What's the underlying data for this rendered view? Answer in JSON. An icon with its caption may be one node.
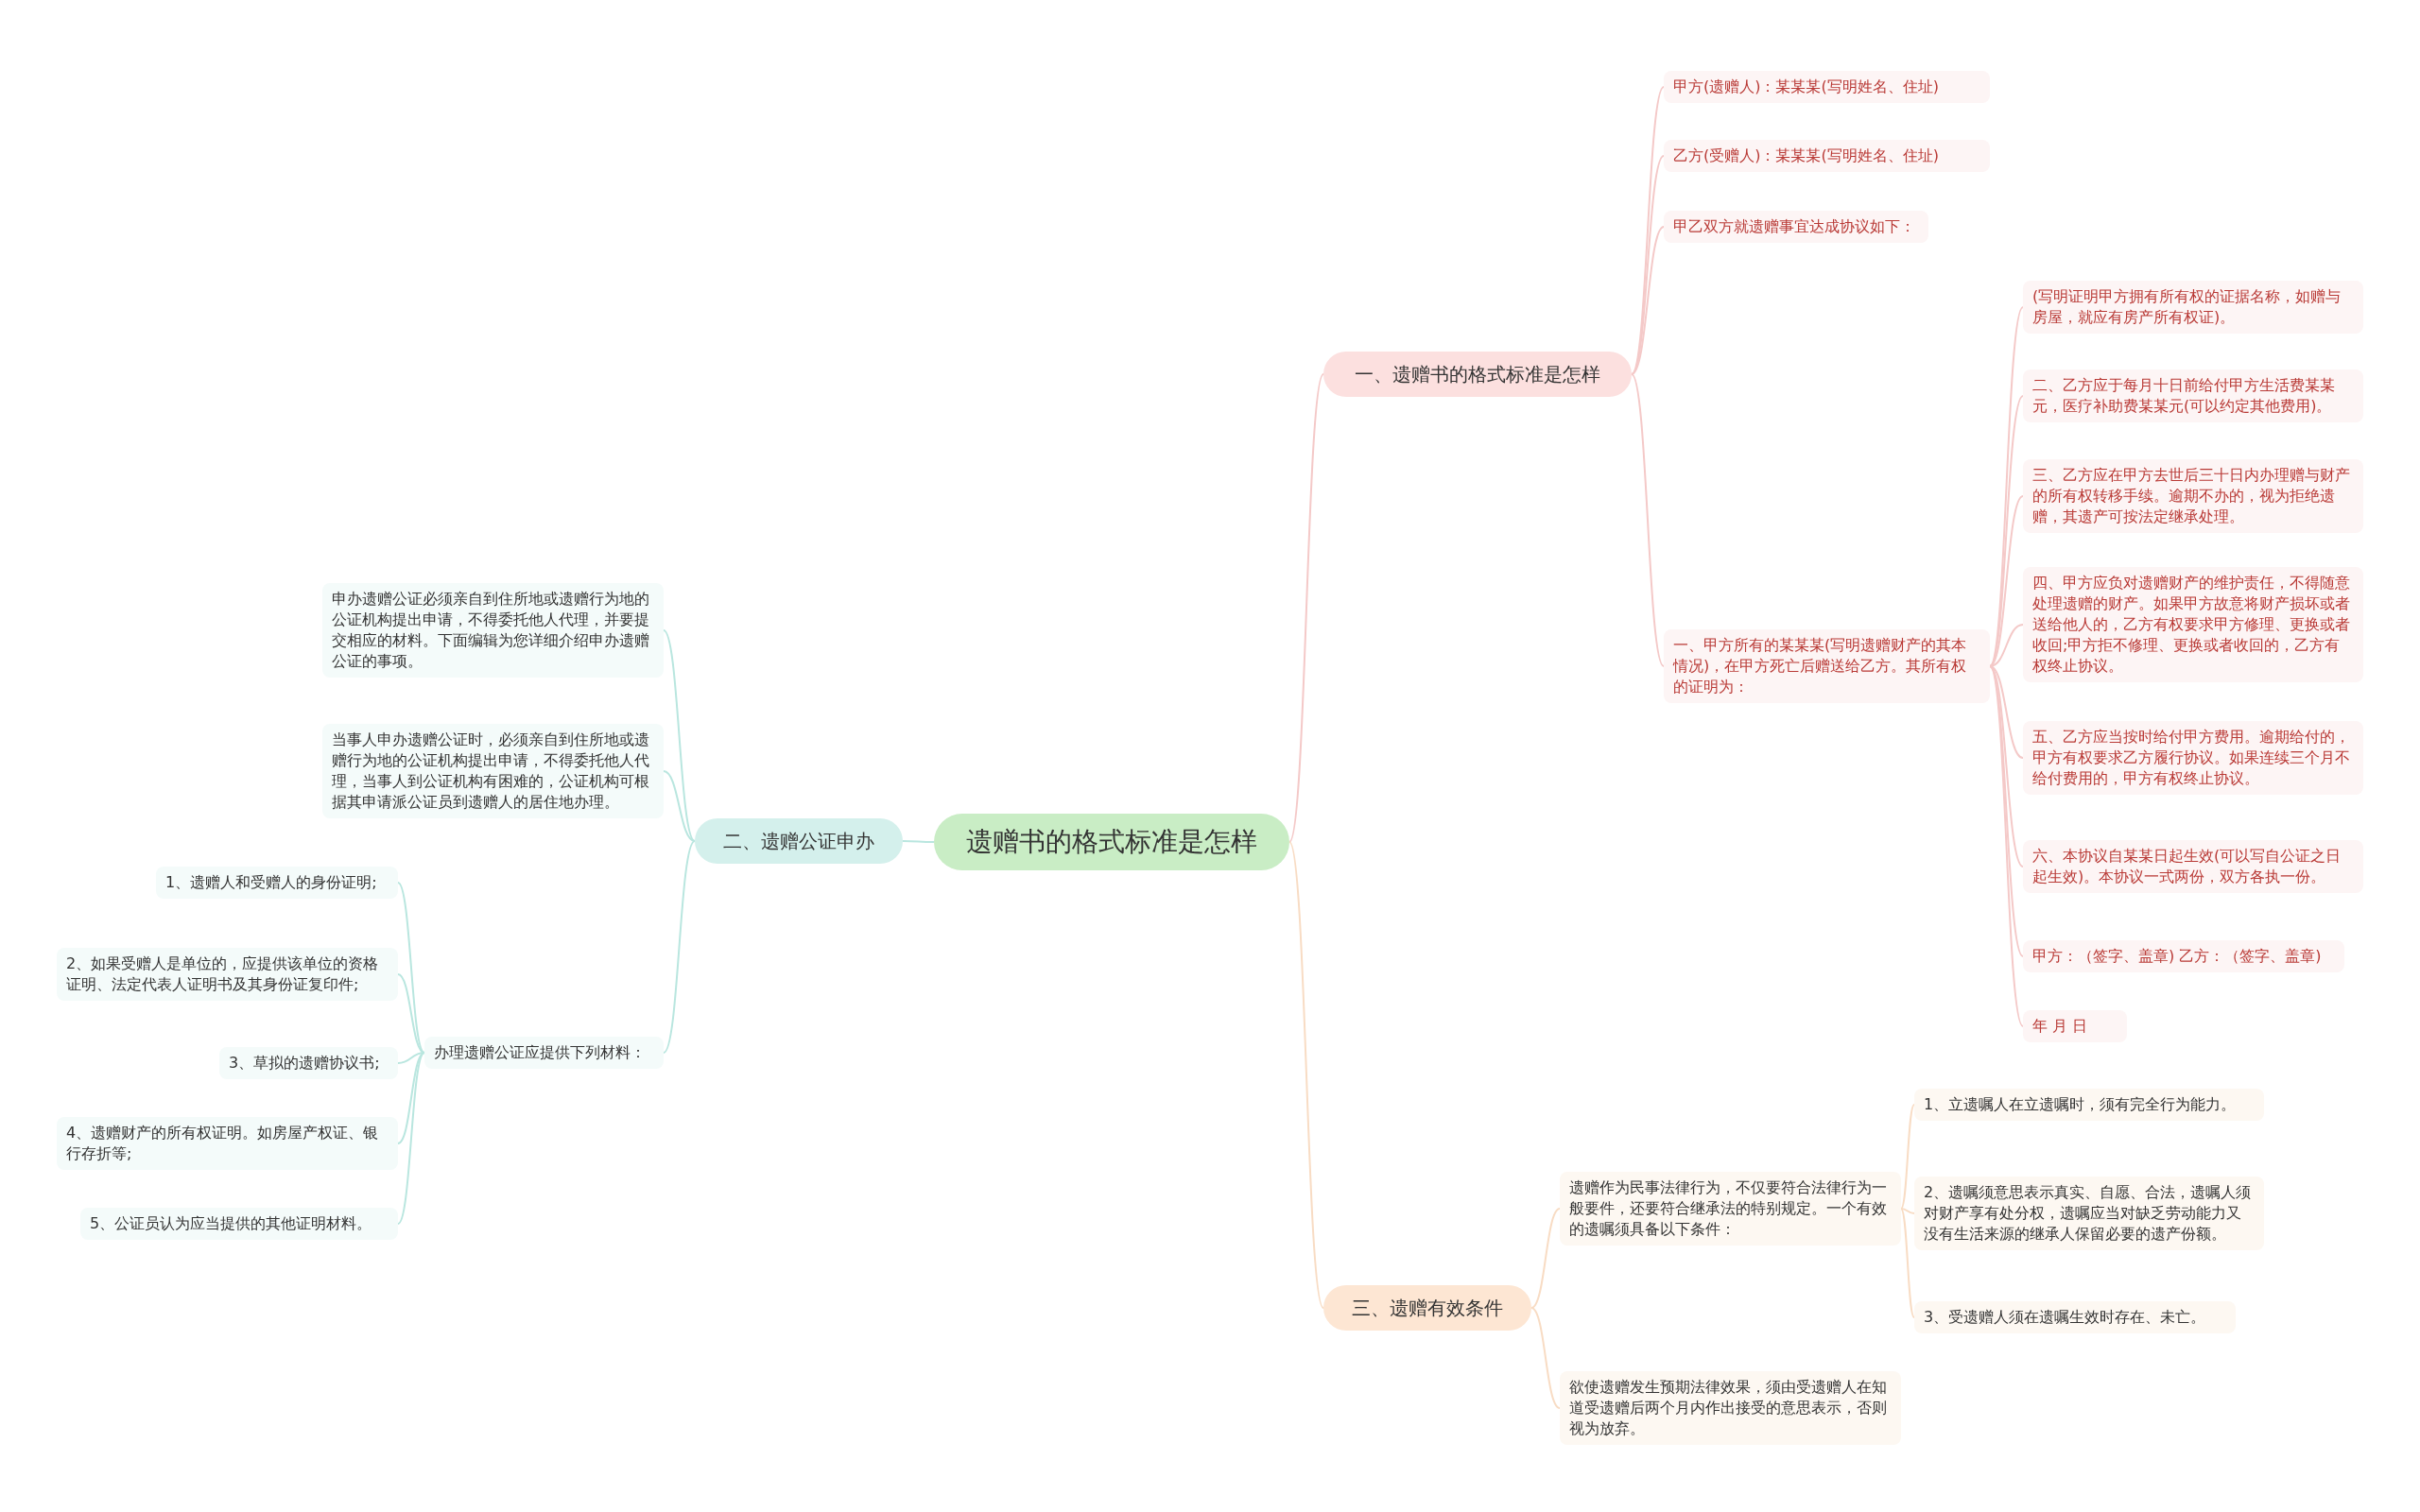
{
  "diagram": {
    "nodes": [
      {
        "text": [
          "遗赠书的格式标准是怎样"
        ]
      },
      {
        "text": [
          "一、遗赠书的格式标准是怎样"
        ]
      },
      {
        "text": [
          "甲方(遗赠人)：某某某(写明姓名、住址)"
        ]
      },
      {
        "text": [
          "乙方(受赠人)：某某某(写明姓名、住址)"
        ]
      },
      {
        "text": [
          "甲乙双方就遗赠事宜达成协议如下："
        ]
      },
      {
        "text": [
          "一、甲方所有的某某某(写明遗赠财产的其本情况)，在甲方死亡后赠送给乙方。其所有权的证明为："
        ]
      },
      {
        "text": [
          "(写明证明甲方拥有所有权的证据名称，如赠与房屋，就应有房产所有权证)。"
        ]
      },
      {
        "text": [
          "二、乙方应于每月十日前给付甲方生活费某某元，医疗补助费某某元(可以约定其他费用)。"
        ]
      },
      {
        "text": [
          "三、乙方应在甲方去世后三十日内办理赠与财产的所有权转移手续。逾期不办的，视为拒绝遗赠，其遗产可按法定继承处理。"
        ]
      },
      {
        "text": [
          "四、甲方应负对遗赠财产的维护责任，不得随意处理遗赠的财产。如果甲方故意将财产损坏或者送给他人的，乙方有权要求甲方修理、更换或者收回;甲方拒不修理、更换或者收回的，乙方有权终止协议。"
        ]
      },
      {
        "text": [
          "五、乙方应当按时给付甲方费用。逾期给付的，甲方有权要求乙方履行协议。如果连续三个月不给付费用的，甲方有权终止协议。"
        ]
      },
      {
        "text": [
          "六、本协议自某某日起生效(可以写自公证之日起生效)。本协议一式两份，双方各执一份。"
        ]
      },
      {
        "text": [
          "甲方：（签字、盖章) 乙方：（签字、盖章)"
        ]
      },
      {
        "text": [
          "年 月 日"
        ]
      },
      {
        "text": [
          "二、遗赠公证申办"
        ]
      },
      {
        "text": [
          "申办遗赠公证必须亲自到住所地或遗赠行为地的公证机构提出申请，不得委托他人代理，并要提交相应的材料。下面编辑为您详细介绍申办遗赠公证的事项。"
        ]
      },
      {
        "text": [
          "当事人申办遗赠公证时，必须亲自到住所地或遗赠行为地的公证机构提出申请，不得委托他人代理，当事人到公证机构有困难的，公证机构可根据其申请派公证员到遗赠人的居住地办理。"
        ]
      },
      {
        "text": [
          "办理遗赠公证应提供下列材料："
        ]
      },
      {
        "text": [
          "1、遗赠人和受赠人的身份证明;"
        ]
      },
      {
        "text": [
          "2、如果受赠人是单位的，应提供该单位的资格证明、法定代表人证明书及其身份证复印件;"
        ]
      },
      {
        "text": [
          "3、草拟的遗赠协议书;"
        ]
      },
      {
        "text": [
          "4、遗赠财产的所有权证明。如房屋产权证、银行存折等;"
        ]
      },
      {
        "text": [
          "5、公证员认为应当提供的其他证明材料。"
        ]
      },
      {
        "text": [
          "三、遗赠有效条件"
        ]
      },
      {
        "text": [
          "遗赠作为民事法律行为，不仅要符合法律行为一般要件，还要符合继承法的特别规定。一个有效的遗嘱须具备以下条件："
        ]
      },
      {
        "text": [
          "1、立遗嘱人在立遗嘱时，须有完全行为能力。"
        ]
      },
      {
        "text": [
          "2、遗嘱须意思表示真实、自愿、合法，遗嘱人须对财产享有处分权，遗嘱应当对缺乏劳动能力又没有生活来源的继承人保留必要的遗产份额。"
        ]
      },
      {
        "text": [
          "3、受遗赠人须在遗嘱生效时存在、未亡。"
        ]
      },
      {
        "text": [
          "欲使遗赠发生预期法律效果，须由受遗赠人在知道受遗赠后两个月内作出接受的意思表示，否则视为放弃。"
        ]
      }
    ],
    "edges": [
      {
        "from": 0,
        "to": 1,
        "arrow": "none"
      },
      {
        "from": 1,
        "to": 2,
        "arrow": "none"
      },
      {
        "from": 1,
        "to": 3,
        "arrow": "none"
      },
      {
        "from": 1,
        "to": 4,
        "arrow": "none"
      },
      {
        "from": 1,
        "to": 5,
        "arrow": "none"
      },
      {
        "from": 5,
        "to": 6,
        "arrow": "none"
      },
      {
        "from": 5,
        "to": 7,
        "arrow": "none"
      },
      {
        "from": 5,
        "to": 8,
        "arrow": "none"
      },
      {
        "from": 5,
        "to": 9,
        "arrow": "none"
      },
      {
        "from": 5,
        "to": 10,
        "arrow": "none"
      },
      {
        "from": 5,
        "to": 11,
        "arrow": "none"
      },
      {
        "from": 5,
        "to": 12,
        "arrow": "none"
      },
      {
        "from": 5,
        "to": 13,
        "arrow": "none"
      },
      {
        "from": 0,
        "to": 14,
        "arrow": "none",
        "color": "#b9e6df"
      },
      {
        "from": 14,
        "to": 15,
        "arrow": "none",
        "color": "#b9e6df"
      },
      {
        "from": 14,
        "to": 16,
        "arrow": "none",
        "color": "#b9e6df"
      },
      {
        "from": 14,
        "to": 17,
        "arrow": "none",
        "color": "#b9e6df"
      },
      {
        "from": 17,
        "to": 18,
        "arrow": "none",
        "color": "#b9e6df"
      },
      {
        "from": 17,
        "to": 19,
        "arrow": "none",
        "color": "#b9e6df"
      },
      {
        "from": 17,
        "to": 20,
        "arrow": "none",
        "color": "#b9e6df"
      },
      {
        "from": 17,
        "to": 21,
        "arrow": "none",
        "color": "#b9e6df"
      },
      {
        "from": 17,
        "to": 22,
        "arrow": "none",
        "color": "#b9e6df"
      },
      {
        "from": 0,
        "to": 23,
        "arrow": "none",
        "color": "#f8dcc4"
      },
      {
        "from": 23,
        "to": 24,
        "arrow": "none",
        "color": "#f8dcc4"
      },
      {
        "from": 24,
        "to": 25,
        "arrow": "none",
        "color": "#f8dcc4"
      },
      {
        "from": 24,
        "to": 26,
        "arrow": "none",
        "color": "#f8dcc4"
      },
      {
        "from": 24,
        "to": 27,
        "arrow": "none",
        "color": "#f8dcc4"
      },
      {
        "from": 23,
        "to": 28,
        "arrow": "none",
        "color": "#f8dcc4"
      }
    ]
  }
}
